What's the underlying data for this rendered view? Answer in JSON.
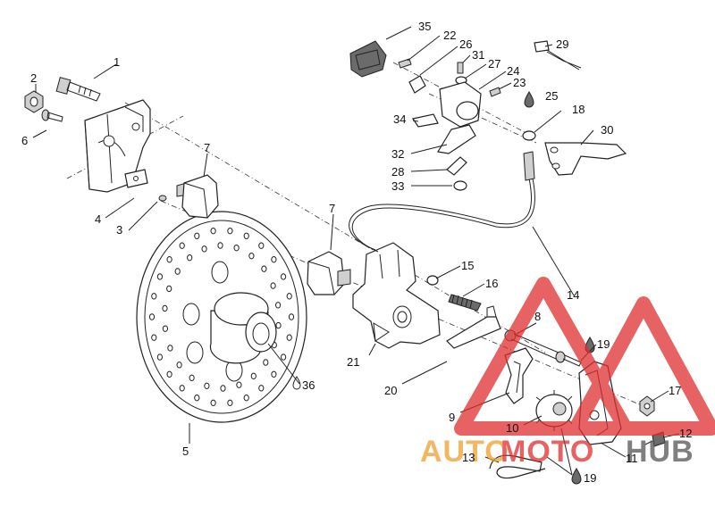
{
  "labels": {
    "p1": "1",
    "p2": "2",
    "p3": "3",
    "p4": "4",
    "p5": "5",
    "p6": "6",
    "p7a": "7",
    "p7b": "7",
    "p8": "8",
    "p9": "9",
    "p10": "10",
    "p11": "11",
    "p12": "12",
    "p13": "13",
    "p14": "14",
    "p15": "15",
    "p16": "16",
    "p17": "17",
    "p18": "18",
    "p19a": "19",
    "p19b": "19",
    "p20": "20",
    "p21": "21",
    "p22": "22",
    "p23": "23",
    "p24": "24",
    "p25": "25",
    "p26": "26",
    "p27": "27",
    "p28": "28",
    "p29": "29",
    "p30": "30",
    "p31": "31",
    "p32": "32",
    "p33": "33",
    "p34": "34",
    "p35": "35",
    "p36": "36"
  },
  "watermark": {
    "part1": "AUTO",
    "part2": "MOTO",
    "part3": "HUB",
    "color_orange": "#f0a030",
    "color_red": "#e03030",
    "color_gray": "#555555"
  }
}
